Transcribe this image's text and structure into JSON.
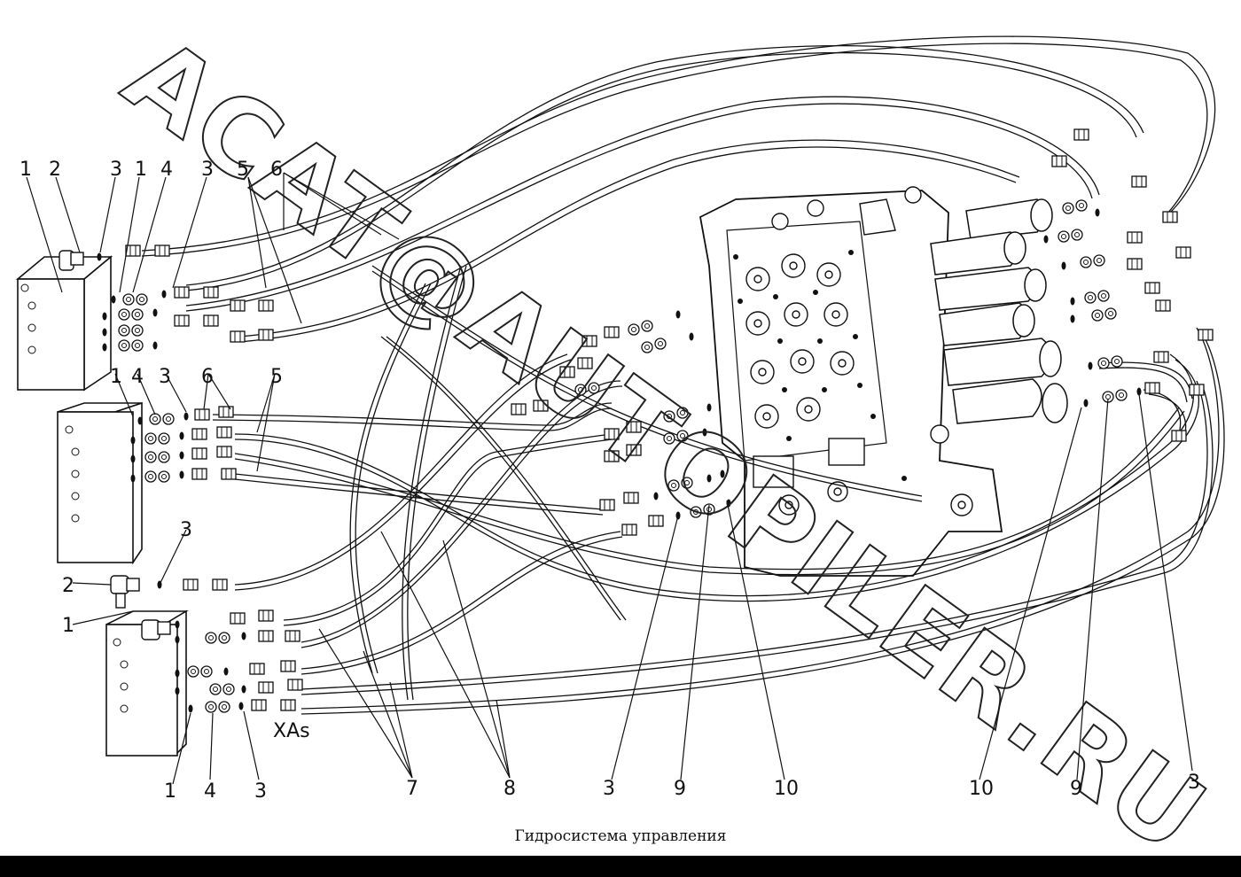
{
  "caption": "Гидросистема управления",
  "watermark": "ACAT@AUTOPILER.RU",
  "extra_label": "XAs",
  "callouts": [
    {
      "id": "c1a",
      "text": "1"
    },
    {
      "id": "c2a",
      "text": "2"
    },
    {
      "id": "c3a",
      "text": "3"
    },
    {
      "id": "c1b",
      "text": "1"
    },
    {
      "id": "c4a",
      "text": "4"
    },
    {
      "id": "c3b",
      "text": "3"
    },
    {
      "id": "c5a",
      "text": "5"
    },
    {
      "id": "c6a",
      "text": "6"
    },
    {
      "id": "c1c",
      "text": "1"
    },
    {
      "id": "c4b",
      "text": "4"
    },
    {
      "id": "c3c",
      "text": "3"
    },
    {
      "id": "c6b",
      "text": "6"
    },
    {
      "id": "c5b",
      "text": "5"
    },
    {
      "id": "c3d",
      "text": "3"
    },
    {
      "id": "c2b",
      "text": "2"
    },
    {
      "id": "c1d",
      "text": "1"
    },
    {
      "id": "c1e",
      "text": "1"
    },
    {
      "id": "c4c",
      "text": "4"
    },
    {
      "id": "c3e",
      "text": "3"
    },
    {
      "id": "c7",
      "text": "7"
    },
    {
      "id": "c8",
      "text": "8"
    },
    {
      "id": "c3f",
      "text": "3"
    },
    {
      "id": "c9a",
      "text": "9"
    },
    {
      "id": "c10a",
      "text": "10"
    },
    {
      "id": "c10b",
      "text": "10"
    },
    {
      "id": "c9b",
      "text": "9"
    },
    {
      "id": "c3g",
      "text": "3"
    }
  ],
  "colors": {
    "ink": "#111111",
    "paper": "#ffffff",
    "bar": "#000000"
  }
}
